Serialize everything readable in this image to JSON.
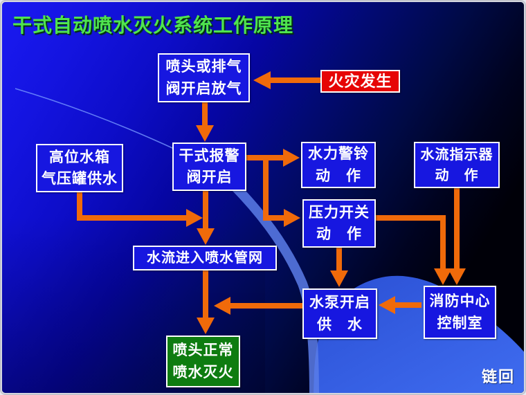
{
  "slide": {
    "title": "干式自动喷水灭火系统工作原理",
    "footer_link": "链回"
  },
  "colors": {
    "title_green": "#4fe44f",
    "box_blue": "#1717e0",
    "box_red": "#e60505",
    "box_green": "#0e7c10",
    "arrow_orange": "#f06a0a",
    "background_bright_blue": "#1515e8",
    "background_dark": "#000010",
    "swoosh_light_blue": "#5b7ce8",
    "bottom_right_blue": "#3560e4"
  },
  "nodes": {
    "fire": {
      "label": "火灾发生",
      "variant": "red"
    },
    "vent": {
      "label": "喷头或排气\n阀开启放气",
      "variant": "blue"
    },
    "tank": {
      "label": "高位水箱\n气压罐供水",
      "variant": "blue"
    },
    "dry_valve": {
      "label": "干式报警\n阀开启",
      "variant": "blue"
    },
    "bell": {
      "label": "水力警铃\n动　作",
      "variant": "blue"
    },
    "indicator": {
      "label": "水流指示器\n动　作",
      "variant": "blue"
    },
    "pressure": {
      "label": "压力开关\n动　作",
      "variant": "blue"
    },
    "pipe": {
      "label": "水流进入喷水管网",
      "variant": "blue"
    },
    "pump": {
      "label": "水泵开启\n供　水",
      "variant": "blue"
    },
    "center": {
      "label": "消防中心\n控制室",
      "variant": "blue"
    },
    "sprinkler_ok": {
      "label": "喷头正常\n喷水灭火",
      "variant": "green"
    }
  },
  "edges": [
    {
      "from": "fire",
      "to": "vent"
    },
    {
      "from": "vent",
      "to": "dry_valve"
    },
    {
      "from": "dry_valve",
      "to": "bell"
    },
    {
      "from": "dry_valve",
      "to": "pressure"
    },
    {
      "from": "dry_valve",
      "to": "pipe"
    },
    {
      "from": "tank",
      "to": "pipe"
    },
    {
      "from": "pipe",
      "to": "sprinkler_ok"
    },
    {
      "from": "pressure",
      "to": "pump"
    },
    {
      "from": "pressure",
      "to": "center"
    },
    {
      "from": "indicator",
      "to": "center"
    },
    {
      "from": "center",
      "to": "pump"
    },
    {
      "from": "pump",
      "to": "sprinkler_ok"
    }
  ]
}
